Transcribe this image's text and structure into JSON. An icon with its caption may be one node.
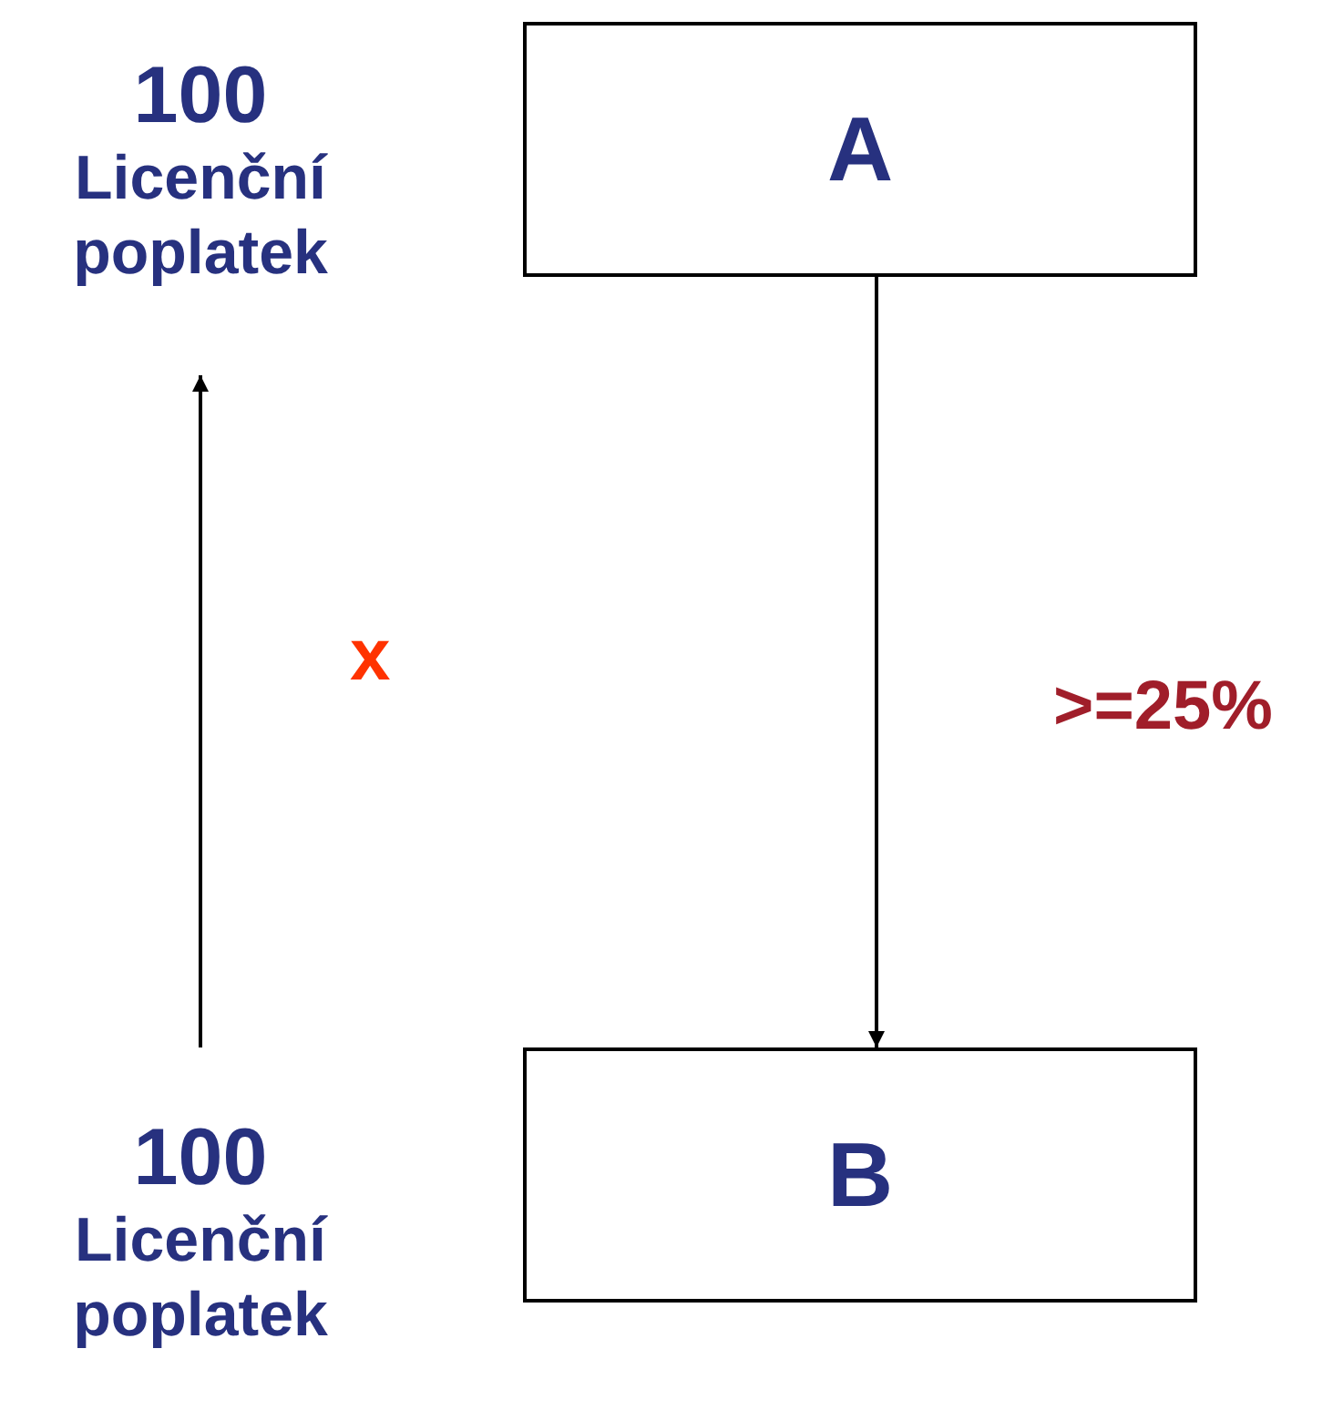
{
  "diagram": {
    "nodes": [
      {
        "text": [
          "A"
        ]
      },
      {
        "text": [
          "B"
        ]
      },
      {
        "text": [
          "100",
          "Licenční poplatek"
        ]
      },
      {
        "text": [
          "100",
          "Licenční poplatek"
        ]
      }
    ],
    "edges": [
      {
        "from": 0,
        "to": 1,
        "arrow": "to",
        "label": ">=25%"
      },
      {
        "from": 3,
        "to": 2,
        "arrow": "to"
      }
    ],
    "labels": [
      "x"
    ]
  }
}
